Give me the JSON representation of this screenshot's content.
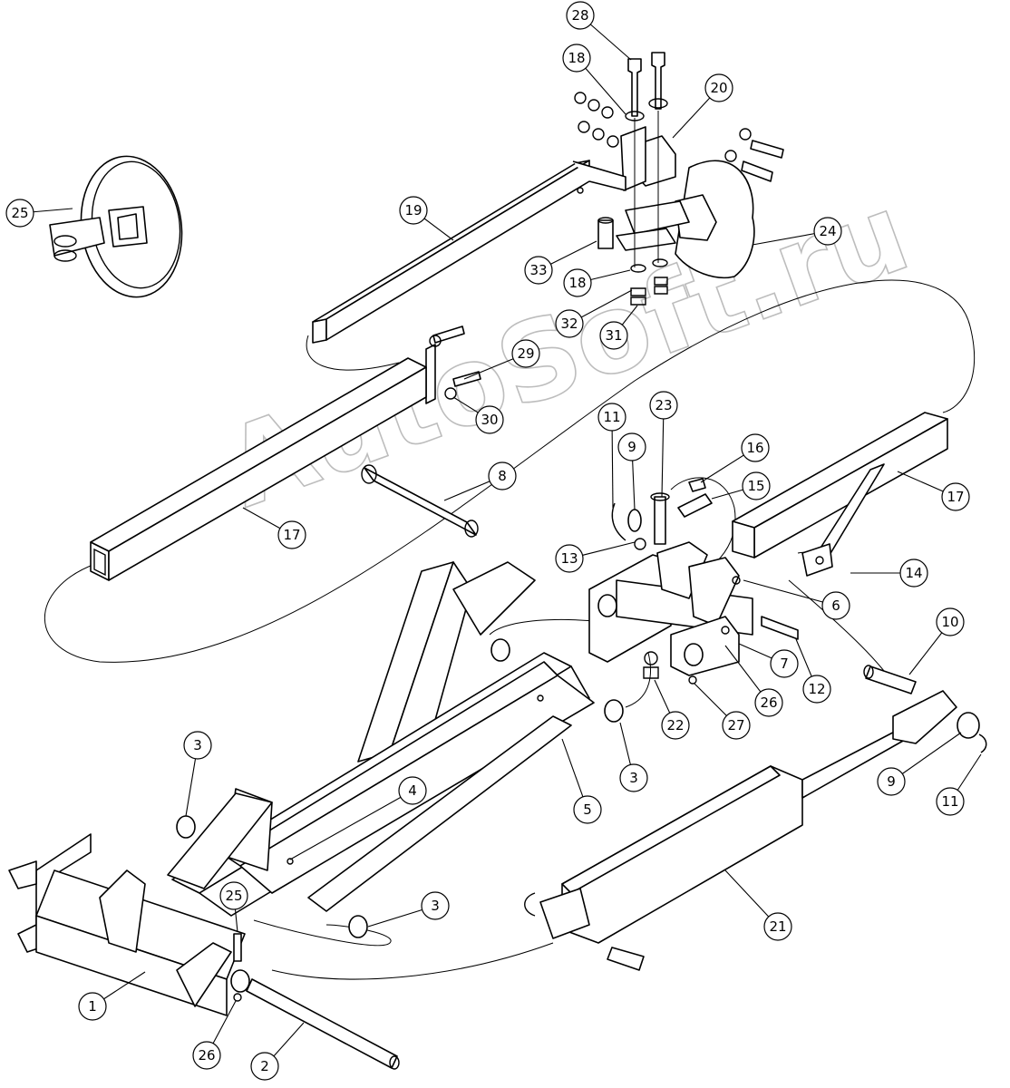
{
  "watermark": "AutoSoft.ru",
  "callouts": [
    {
      "label": "28"
    },
    {
      "label": "18"
    },
    {
      "label": "20"
    },
    {
      "label": "25"
    },
    {
      "label": "19"
    },
    {
      "label": "24"
    },
    {
      "label": "33"
    },
    {
      "label": "18"
    },
    {
      "label": "32"
    },
    {
      "label": "31"
    },
    {
      "label": "29"
    },
    {
      "label": "30"
    },
    {
      "label": "11"
    },
    {
      "label": "23"
    },
    {
      "label": "9"
    },
    {
      "label": "16"
    },
    {
      "label": "8"
    },
    {
      "label": "15"
    },
    {
      "label": "17"
    },
    {
      "label": "17"
    },
    {
      "label": "13"
    },
    {
      "label": "14"
    },
    {
      "label": "6"
    },
    {
      "label": "10"
    },
    {
      "label": "7"
    },
    {
      "label": "12"
    },
    {
      "label": "26"
    },
    {
      "label": "22"
    },
    {
      "label": "27"
    },
    {
      "label": "3"
    },
    {
      "label": "9"
    },
    {
      "label": "11"
    },
    {
      "label": "4"
    },
    {
      "label": "5"
    },
    {
      "label": "3"
    },
    {
      "label": "25"
    },
    {
      "label": "3"
    },
    {
      "label": "21"
    },
    {
      "label": "1"
    },
    {
      "label": "26"
    },
    {
      "label": "2"
    }
  ]
}
